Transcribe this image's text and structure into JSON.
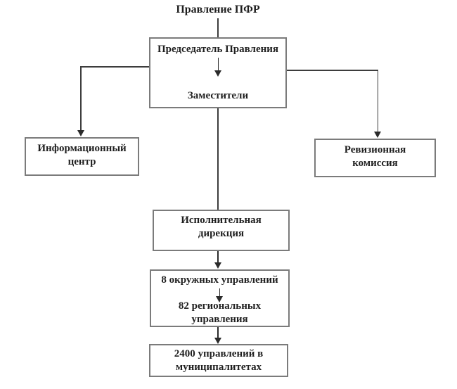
{
  "diagram": {
    "title": "Правление ПФР",
    "nodes": {
      "board": {
        "chairman": "Председатель Правления",
        "deputies": "Заместители"
      },
      "info_center": {
        "line1": "Информационный",
        "line2": "центр"
      },
      "audit_commission": {
        "line1": "Ревизионная",
        "line2": "комиссия"
      },
      "executive_directorate": {
        "line1": "Исполнительная",
        "line2": "дирекция"
      },
      "district_regional": {
        "line1": "8 окружных управлений",
        "line2": "82 региональных",
        "line3": "управления"
      },
      "municipal": {
        "line1": "2400 управлений в",
        "line2": "муниципалитетах"
      }
    },
    "colors": {
      "background": "#ffffff",
      "box_border": "#7b7b7b",
      "connector_line": "#3d3d3d",
      "arrow": "#2b2b2b",
      "text": "#1f1f1f"
    }
  }
}
